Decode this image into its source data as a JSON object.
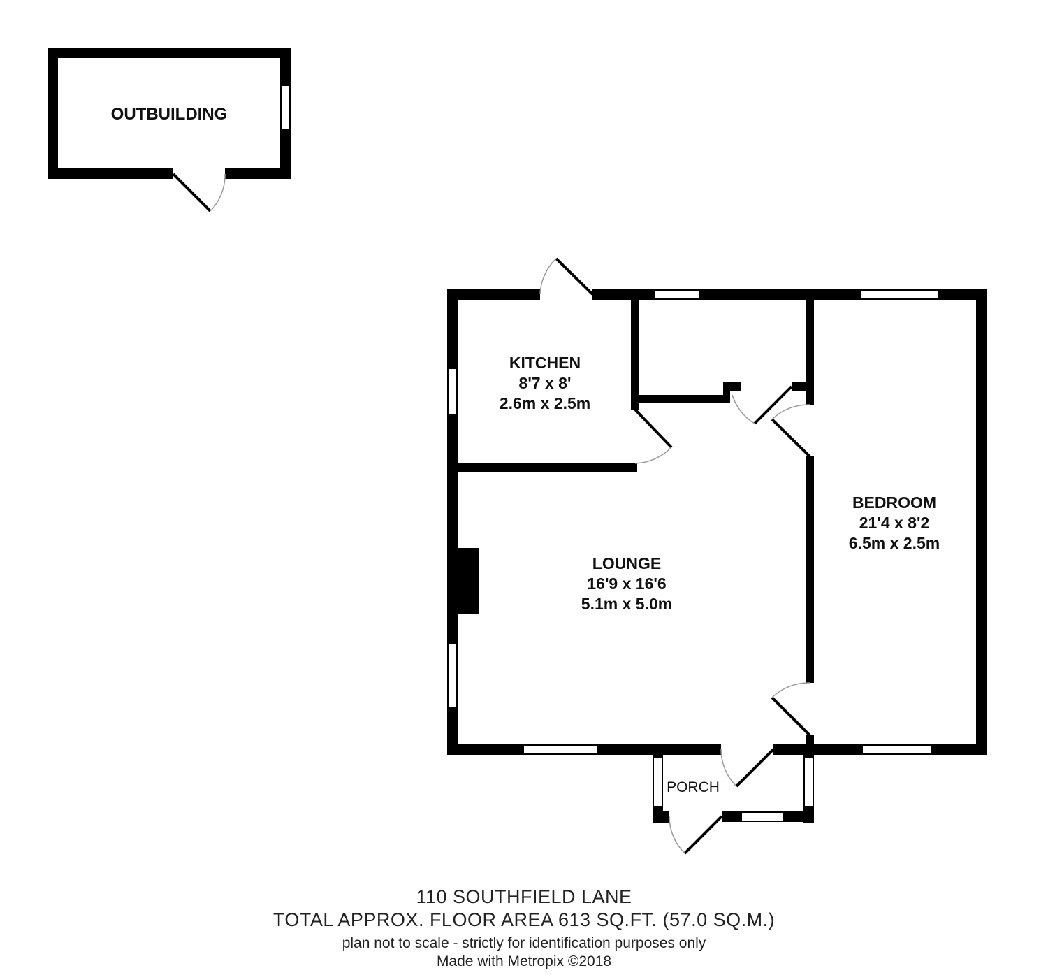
{
  "rooms": {
    "outbuilding": {
      "name": "OUTBUILDING"
    },
    "kitchen": {
      "name": "KITCHEN",
      "dim_imperial": "8'7 x 8'",
      "dim_metric": "2.6m x 2.5m"
    },
    "lounge": {
      "name": "LOUNGE",
      "dim_imperial": "16'9 x 16'6",
      "dim_metric": "5.1m x 5.0m"
    },
    "bedroom": {
      "name": "BEDROOM",
      "dim_imperial": "21'4 x 8'2",
      "dim_metric": "6.5m x 2.5m"
    },
    "porch": {
      "name": "PORCH"
    }
  },
  "footer": {
    "address": "110 SOUTHFIELD LANE",
    "area": "TOTAL APPROX. FLOOR AREA 613 SQ.FT. (57.0 SQ.M.)",
    "disclaimer": "plan not to scale - strictly for identification purposes only",
    "credit": "Made with Metropix ©2018"
  },
  "colors": {
    "wall": "#000000",
    "background": "#ffffff",
    "window_fill": "#ffffff",
    "door_arc": "#9a9a9a"
  }
}
